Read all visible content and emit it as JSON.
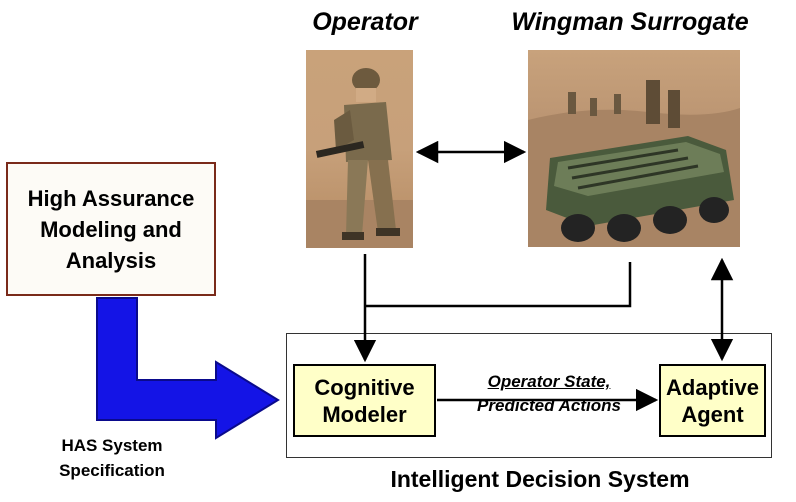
{
  "titles": {
    "operator": "Operator",
    "wingman": "Wingman Surrogate"
  },
  "left_box": {
    "text": "High Assurance Modeling and Analysis"
  },
  "has_spec": {
    "line1": "HAS System",
    "line2": "Specification"
  },
  "cognitive_modeler": {
    "line1": "Cognitive",
    "line2": "Modeler"
  },
  "adaptive_agent": {
    "line1": "Adaptive",
    "line2": "Agent"
  },
  "edge_label": {
    "line1": "Operator State,",
    "line2": "Predicted Actions"
  },
  "system_label": "Intelligent Decision System",
  "photos": {
    "operator": "soldier-photo",
    "wingman": "robot-vehicle-photo"
  },
  "colors": {
    "left_box_border": "#7a2a1a",
    "left_box_fill": "#fdfbf6",
    "component_fill": "#ffffc8",
    "big_arrow": "#1414e6",
    "big_arrow_outline": "#0a0a8c"
  }
}
